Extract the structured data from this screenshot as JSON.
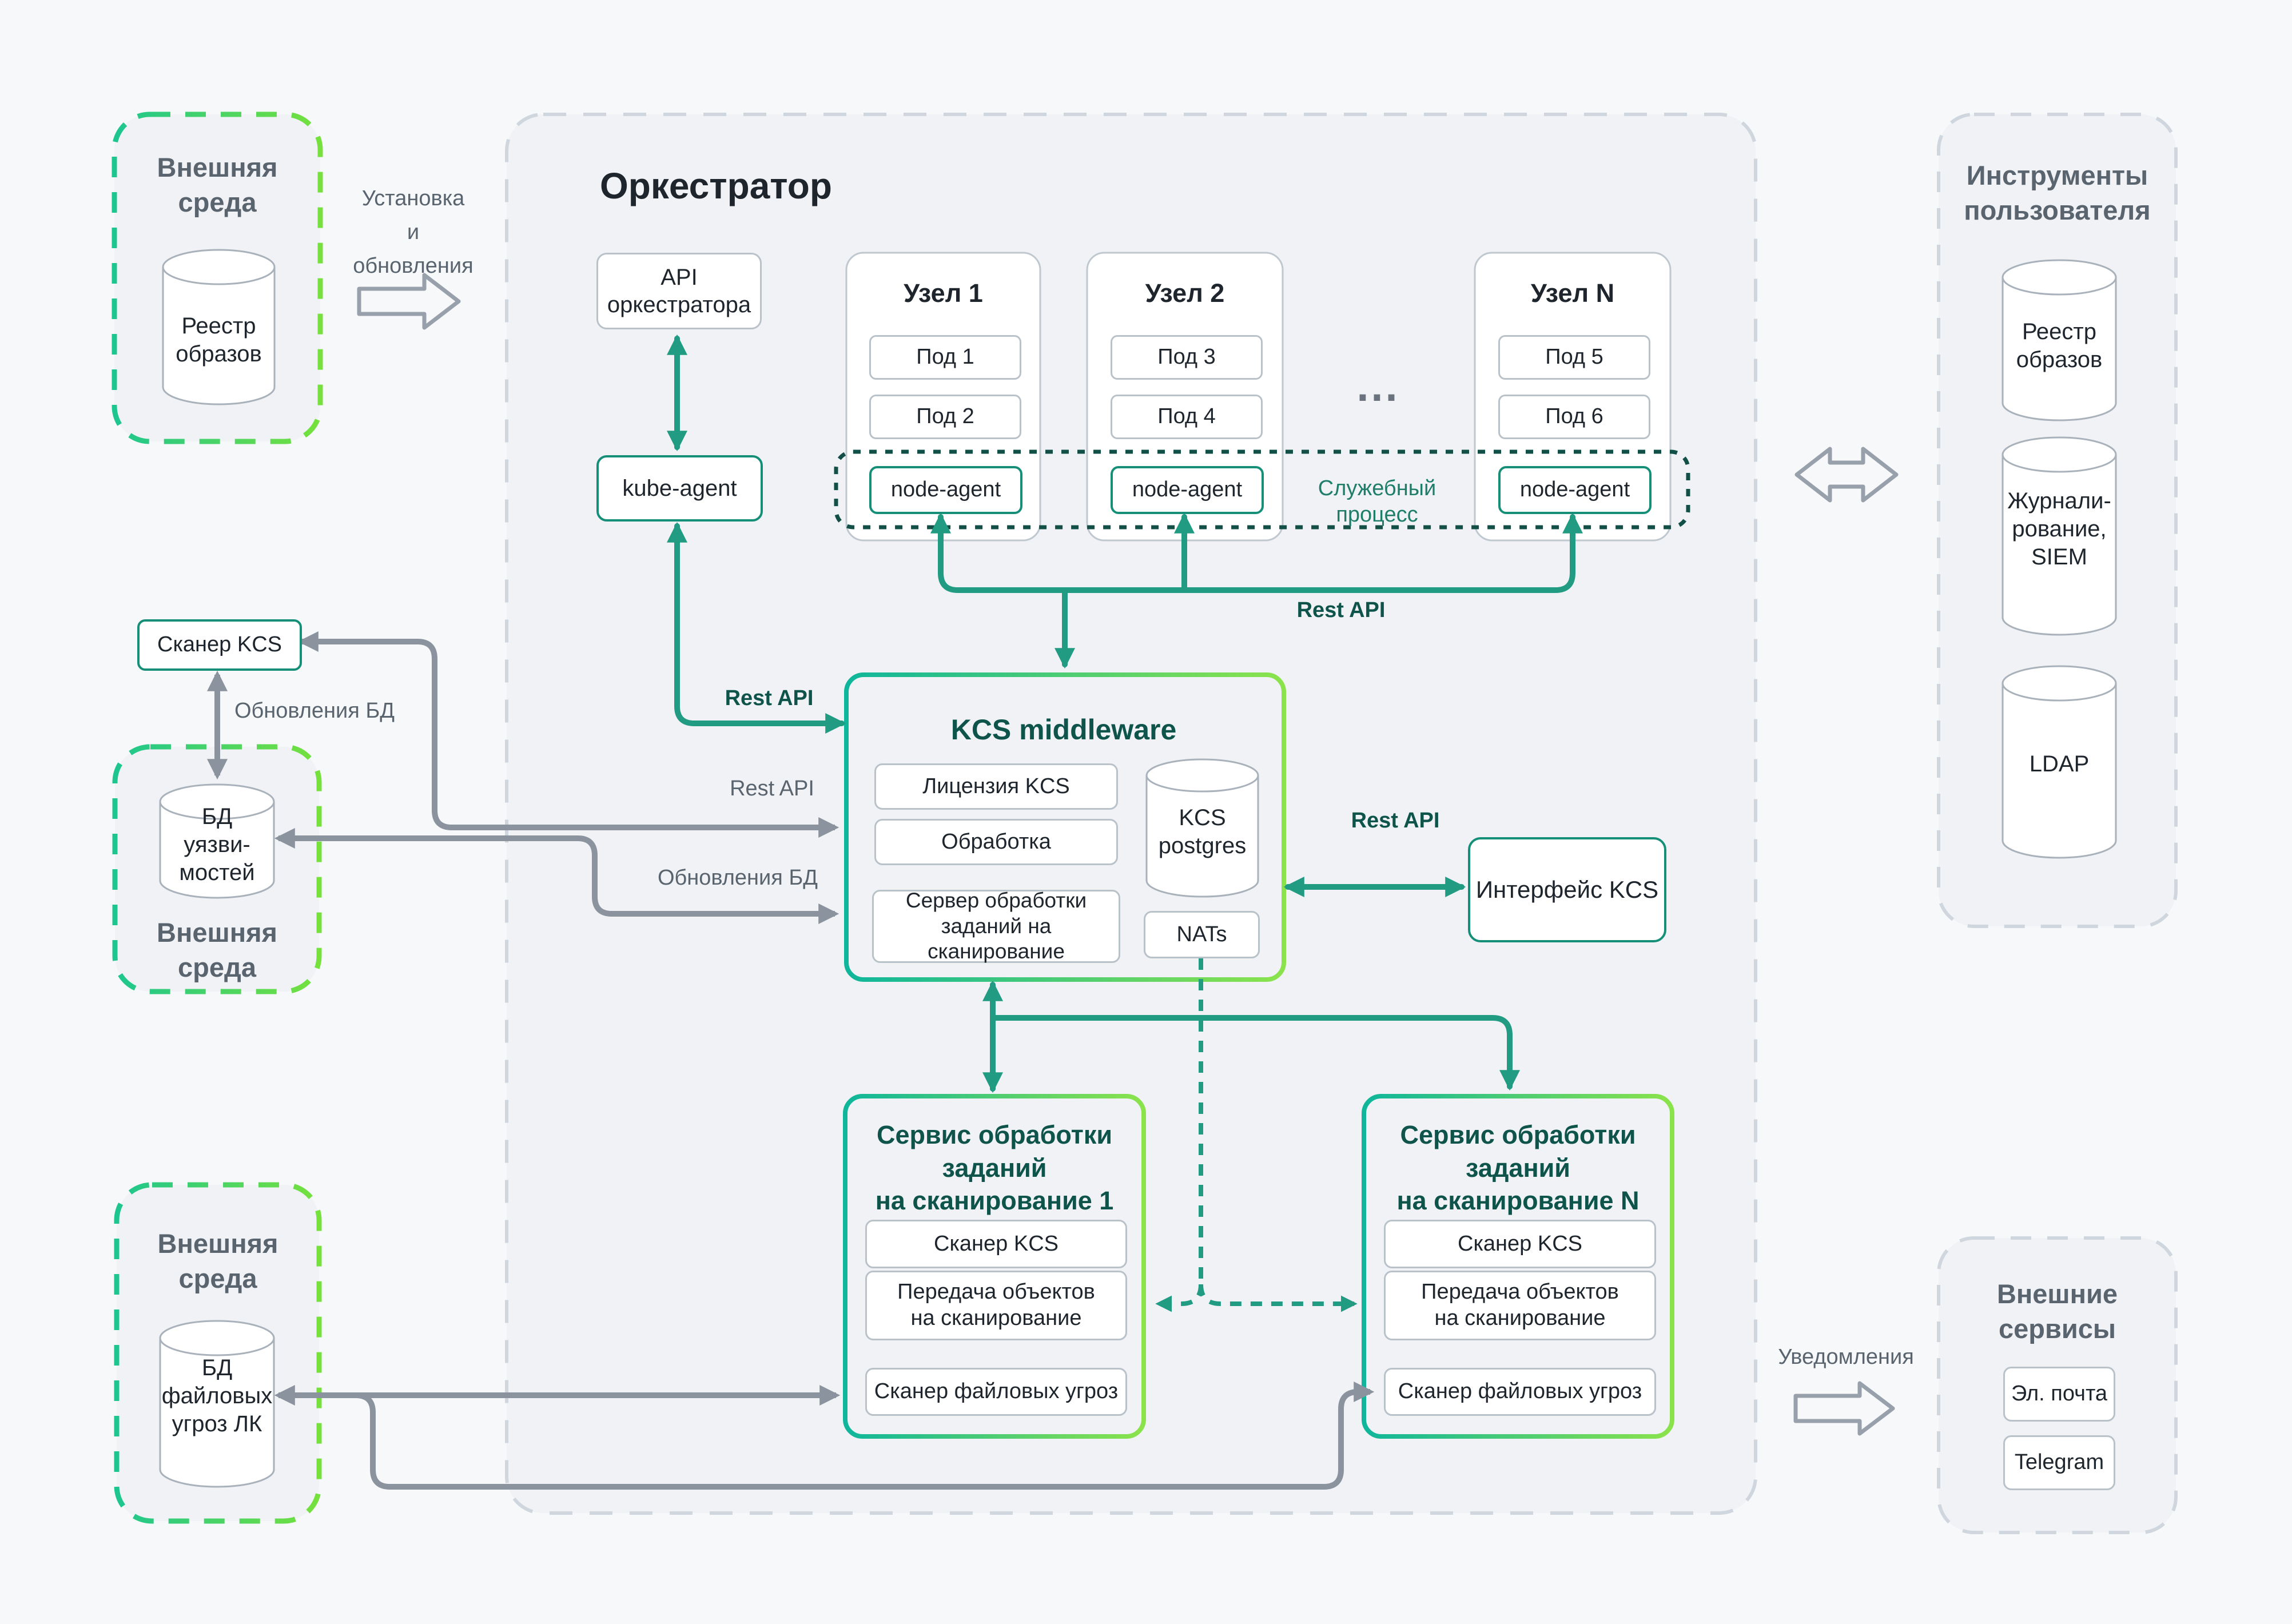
{
  "external_env_top": {
    "title": "Внешняя\nсреда",
    "registry_cylinder": "Реестр\nобразов"
  },
  "install_arrow_label": "Установка\nи\nобновления",
  "orchestrator": {
    "title": "Оркестратор",
    "api_box": "API\nоркестратора",
    "kube_agent": "kube-agent",
    "nodes": [
      {
        "title": "Узел 1",
        "pods": [
          "Под 1",
          "Под 2"
        ],
        "agent": "node-agent"
      },
      {
        "title": "Узел 2",
        "pods": [
          "Под 3",
          "Под 4"
        ],
        "agent": "node-agent"
      },
      {
        "title": "Узел N",
        "pods": [
          "Под 5",
          "Под 6"
        ],
        "agent": "node-agent"
      }
    ],
    "ellipsis": "...",
    "service_process_label": "Служебный процесс"
  },
  "middleware": {
    "title": "KCS middleware",
    "license": "Лицензия KCS",
    "processing": "Обработка",
    "scan_server": "Сервер обработки\nзаданий на сканирование",
    "postgres_cylinder": "KCS\npostgres",
    "nats": "NATs"
  },
  "kcs_interface": "Интерфейс KCS",
  "kcs_scanner": "Сканер KCS",
  "labels": {
    "rest_api_nodes": "Rest API",
    "rest_api_kube": "Rest API",
    "rest_api_scanner": "Rest API",
    "rest_api_interface": "Rest API",
    "db_updates_scanner": "Обновления БД",
    "db_updates_middleware": "Обновления БД",
    "notifications": "Уведомления"
  },
  "external_env_middle": {
    "cylinder": "БД\nуязви-\nмостей",
    "title": "Внешняя\nсреда"
  },
  "external_env_bottom": {
    "title": "Внешняя\nсреда",
    "cylinder": "БД\nфайловых\nугроз ЛК"
  },
  "scan_services": [
    {
      "title": "Сервис обработки\nзаданий\nна сканирование 1",
      "scanner": "Сканер KCS",
      "transfer": "Передача объектов\nна сканирование",
      "file_scanner": "Сканер файловых угроз"
    },
    {
      "title": "Сервис обработки\nзаданий\nна сканирование N",
      "scanner": "Сканер KCS",
      "transfer": "Передача объектов\nна сканирование",
      "file_scanner": "Сканер файловых угроз"
    }
  ],
  "user_tools": {
    "title": "Инструменты\nпользователя",
    "registry_cylinder": "Реестр\nобразов",
    "siem_cylinder": "Журнали-\nрование,\nSIEM",
    "ldap_cylinder": "LDAP"
  },
  "external_services": {
    "title": "Внешние\nсервисы",
    "email": "Эл. почта",
    "telegram": "Telegram"
  }
}
